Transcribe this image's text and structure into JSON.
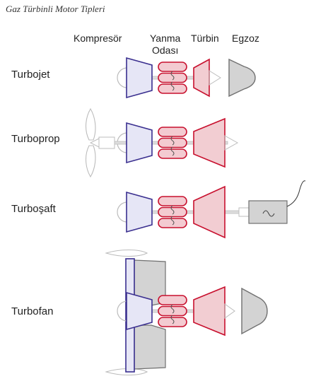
{
  "title": "Gaz Türbinli Motor Tipleri",
  "columns": {
    "compressor": "Kompresör",
    "combustion_line1": "Yanma",
    "combustion_line2": "Odası",
    "turbine": "Türbin",
    "exhaust": "Egzoz"
  },
  "rows": {
    "turbojet": "Turbojet",
    "turboprop": "Turboprop",
    "turboshaft": "Turboşaft",
    "turbofan": "Turbofan"
  },
  "colors": {
    "compressor_stroke": "#3a2f8f",
    "compressor_fill": "#e6e6f6",
    "combustor_stroke": "#c8102e",
    "combustor_fill": "#f3cbd1",
    "turbine_stroke": "#c8102e",
    "turbine_fill": "#f2cdd2",
    "exhaust_stroke": "#707070",
    "exhaust_fill": "#d3d3d3",
    "outline": "#bcbcbc"
  }
}
